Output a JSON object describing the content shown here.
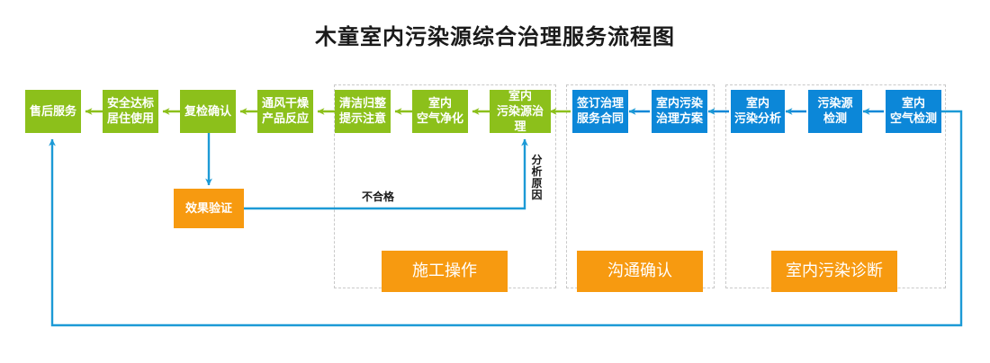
{
  "page": {
    "title": "木童室内污染源综合治理服务流程图",
    "colors": {
      "green": "#8CC01B",
      "blue": "#0C87D8",
      "orange": "#F79A10",
      "wire_blue": "#1C9AD6",
      "wire_green": "#8CC01B",
      "group_dash": "#c9c9c9",
      "title_text": "#1a1a1a"
    }
  },
  "flow": {
    "green_nodes": [
      {
        "id": "after-sales-service",
        "label": "售后服务"
      },
      {
        "id": "safe-standard-living",
        "label": "安全达标\n居住使用"
      },
      {
        "id": "recheck-confirm",
        "label": "复检确认"
      },
      {
        "id": "ventilate-dry",
        "label": "通风干燥\n产品反应"
      },
      {
        "id": "clean-tidy-notice",
        "label": "清洁归整\n提示注意"
      },
      {
        "id": "indoor-air-purify",
        "label": "室内\n空气净化"
      },
      {
        "id": "indoor-source-treat",
        "label": "室内\n污染源治理"
      }
    ],
    "blue_nodes": [
      {
        "id": "sign-service-contract",
        "label": "签订治理\n服务合同"
      },
      {
        "id": "treatment-plan",
        "label": "室内污染\n治理方案"
      },
      {
        "id": "pollution-analysis",
        "label": "室内\n污染分析"
      },
      {
        "id": "source-detection",
        "label": "污染源\n检测"
      },
      {
        "id": "indoor-air-detection",
        "label": "室内\n空气检测"
      }
    ],
    "orange_nodes": [
      {
        "id": "effect-verification",
        "label": "效果验证"
      }
    ],
    "stage_nodes": [
      {
        "id": "construction-operation",
        "label": "施工操作"
      },
      {
        "id": "communication-confirm",
        "label": "沟通确认"
      },
      {
        "id": "indoor-pollution-diagnosis",
        "label": "室内污染诊断"
      }
    ],
    "wire_labels": [
      {
        "id": "fail-label",
        "label": "不合格"
      },
      {
        "id": "analyze-cause-label",
        "label": "分析原因"
      }
    ]
  }
}
